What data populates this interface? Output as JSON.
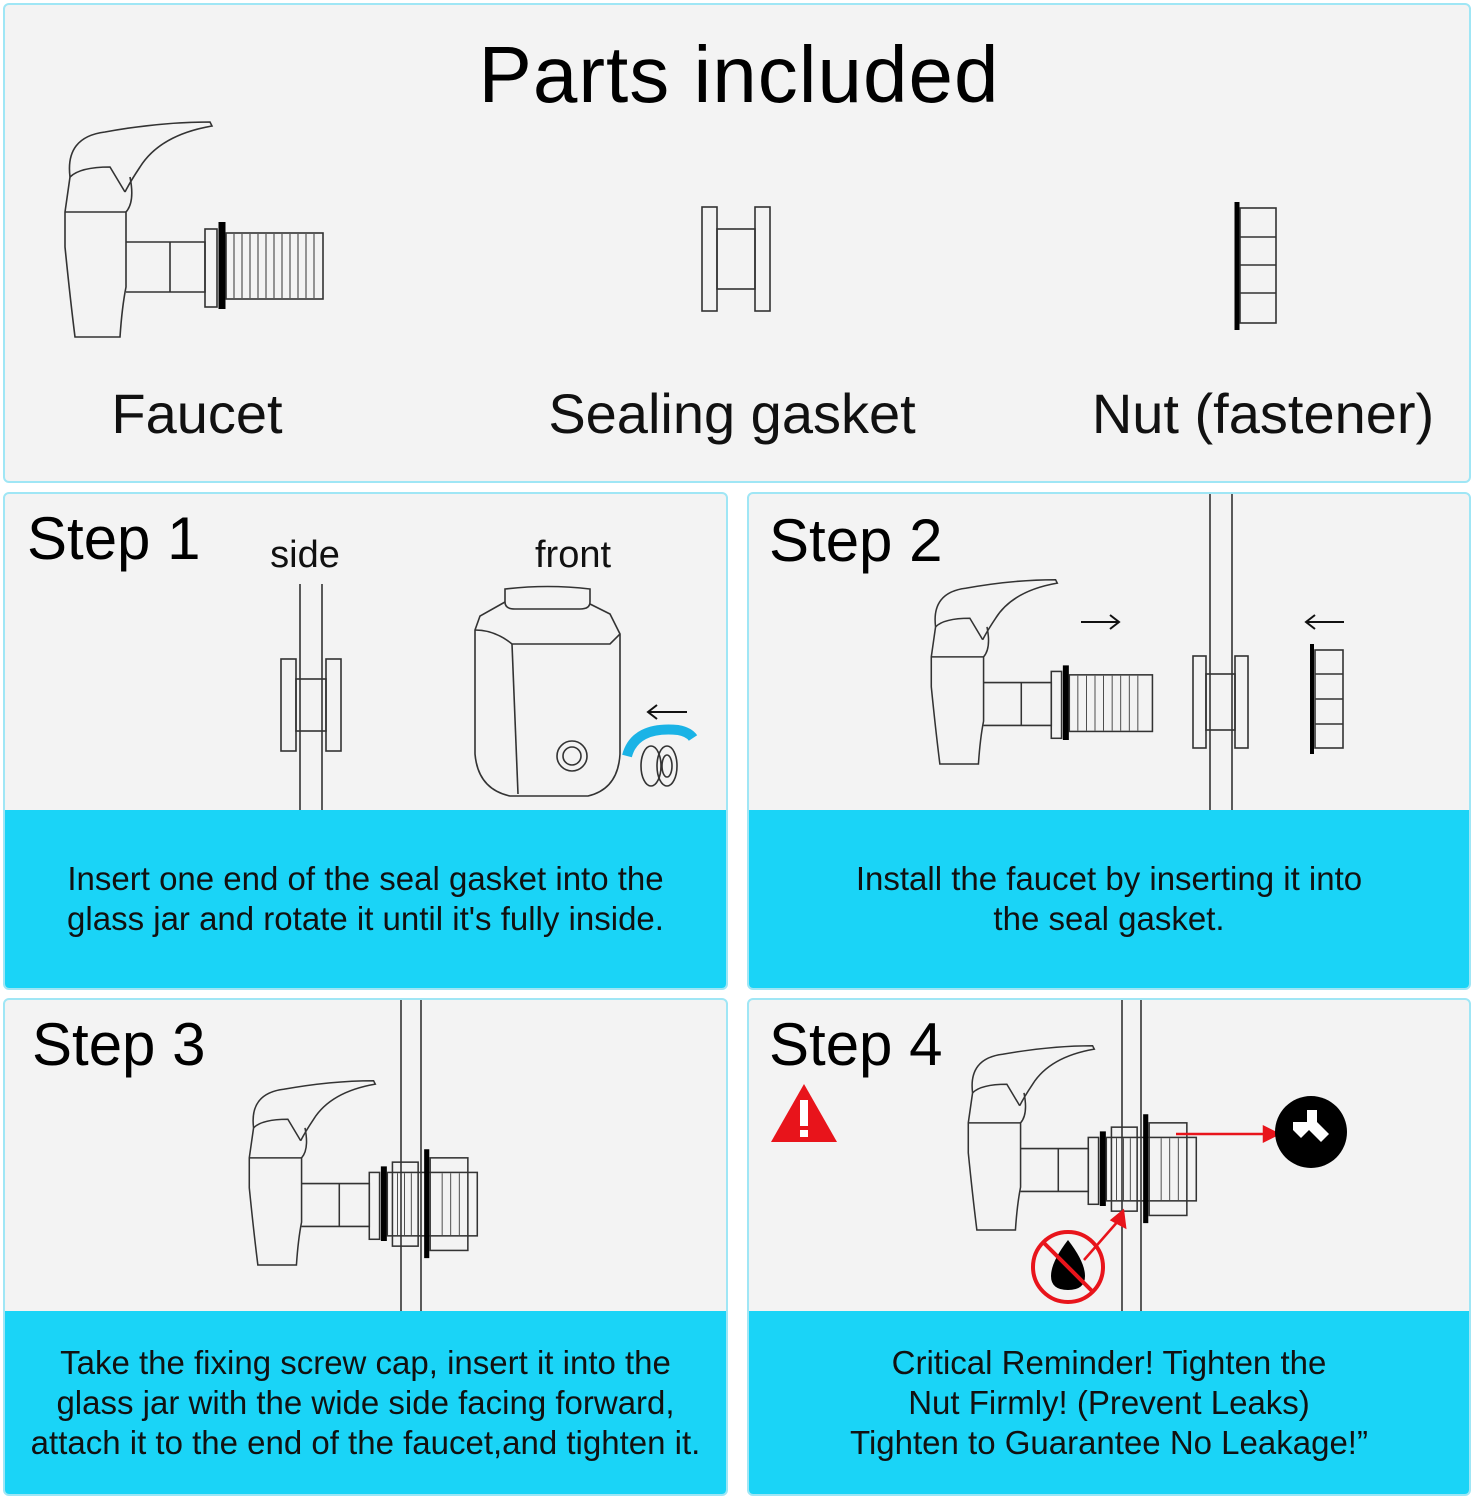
{
  "parts": {
    "title": "Parts included",
    "labels": [
      "Faucet",
      "Sealing gasket",
      "Nut (fastener)"
    ]
  },
  "step1": {
    "title": "Step 1",
    "side_label": "side",
    "front_label": "front",
    "description": "Insert one end of the seal gasket into the glass jar and rotate it until it's fully inside."
  },
  "step2": {
    "title": "Step 2",
    "description": "Install the faucet by inserting it into the seal gasket."
  },
  "step3": {
    "title": "Step 3",
    "description": "Take the fixing screw cap, insert it into the glass jar with the wide side facing forward, attach it to the end of the faucet,and tighten it."
  },
  "step4": {
    "title": "Step 4",
    "description_lines": [
      "Critical Reminder! Tighten the",
      "Nut Firmly! (Prevent Leaks)",
      "Tighten to Guarantee No Leakage!”"
    ]
  },
  "colors": {
    "banner": "#1ad4f7",
    "panel": "#f3f3f3",
    "border": "#9fe6f5",
    "warning": "#e8141b"
  },
  "icons": [
    "faucet-icon",
    "gasket-icon",
    "nut-icon",
    "jar-icon",
    "warning-icon",
    "wrench-icon",
    "no-leak-icon"
  ]
}
